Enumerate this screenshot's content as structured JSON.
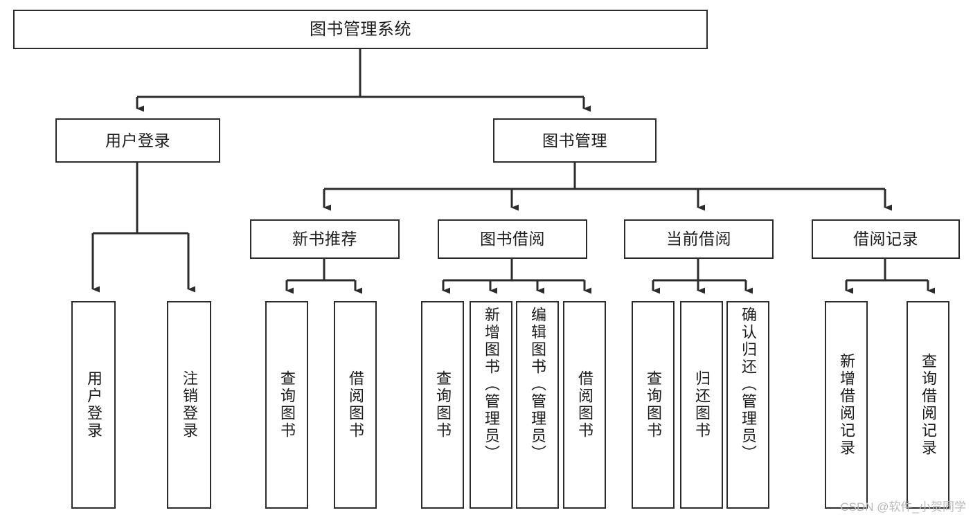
{
  "diagram": {
    "type": "hierarchy-tree",
    "title": "图书管理系统",
    "watermark": "CSDN @软件_小贺同学",
    "colors": {
      "box_border": "#2b2b2b",
      "box_fill": "#ffffff",
      "connector": "#2b2b2b",
      "text": "#1b1b1b",
      "watermark": "#b9b9b9"
    },
    "root": {
      "label": "图书管理系统"
    },
    "level1": [
      {
        "label": "用户登录"
      },
      {
        "label": "图书管理"
      }
    ],
    "level2": [
      {
        "label": "新书推荐"
      },
      {
        "label": "图书借阅"
      },
      {
        "label": "当前借阅"
      },
      {
        "label": "借阅记录"
      }
    ],
    "leaves": {
      "user_login": [
        {
          "label": "用户登录"
        },
        {
          "label": "注销登录"
        }
      ],
      "new_book_recommend": [
        {
          "label": "查询图书"
        },
        {
          "label": "借阅图书"
        }
      ],
      "book_borrow": [
        {
          "label": "查询图书"
        },
        {
          "label": "新增图书（管理员）"
        },
        {
          "label": "编辑图书（管理员）"
        },
        {
          "label": "借阅图书"
        }
      ],
      "current_borrow": [
        {
          "label": "查询图书"
        },
        {
          "label": "归还图书"
        },
        {
          "label": "确认归还（管理员）"
        }
      ],
      "borrow_records": [
        {
          "label": "新增借阅记录"
        },
        {
          "label": "查询借阅记录"
        }
      ]
    }
  }
}
